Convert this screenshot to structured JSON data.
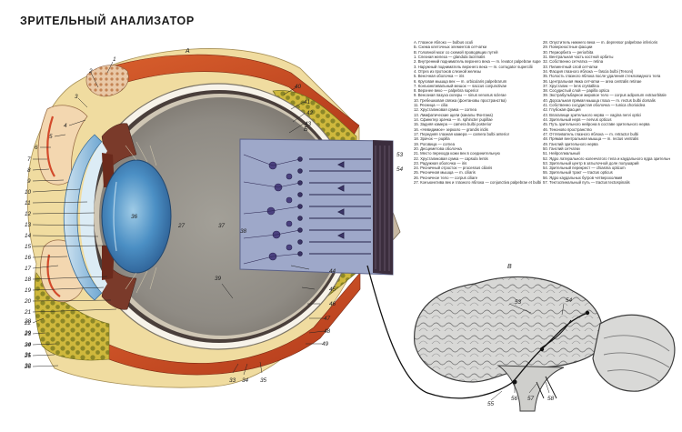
{
  "title": "ЗРИТЕЛЬНЫЙ АНАЛИЗАТОР",
  "section_labels": {
    "a": "А",
    "b": "Б",
    "v": "В"
  },
  "legend_left": [
    "А. Глазное яблоко — bulbus oculi",
    "Б. Схема клеточных элементов сетчатки",
    "В. Головной мозг со схемой проводящих путей",
    "1. Слезная железа — glandula lacrimalis",
    "2. Внутренний подниматель верхнего века — m. levator palpebrae superioris",
    "3. Наружный подниматель верхнего века — m. corrugator supercilii",
    "4. Отрез из протоков слезной железы",
    "5. Веночная оболочка — iris",
    "6. Круговая мышца век — m. orbicularis palpebrarum",
    "7. Конъюнктивальный мешок — saccus conjunctivae",
    "8. Верхнее веко — palpebra superior",
    "9. Венозная пазуха склеры — sinus venosus sclerae",
    "10. Гребешковая связка (фонтановы пространства)",
    "11. Ресница — cilia",
    "12. Хрусталиковая сумка — cornea",
    "13. Лимфатические щели (каналы Фонтана)",
    "14. Сфинктер зрачка — m. sphincter pupillae",
    "15. Задняя камера — camera bulbi posterior",
    "16. «Невидимое» зеркало — grandis iridis",
    "17. Передняя глазная камера — camera bulbi anterior",
    "18. Зрачок — pupilla",
    "19. Роговица — cornea",
    "20. Десцеметова оболочка",
    "21. Место перехода кожи век в соединительную",
    "22. Хрусталиковая сумка — capsula lentis",
    "23. Радужная оболочка — iris",
    "24. Ресничный отросток — processus ciliaris",
    "25. Ресничная мышца — m. ciliaris",
    "26. Ресничное тело — corpus ciliare",
    "27. Конъюнктива век и глазного яблока — conjunctiva palpebrae et bulbi"
  ],
  "legend_right": [
    "28. Опуститель нижнего века — m. depressor palpebrae inferioris",
    "29. Поверхностные фасции",
    "30. Периорбита — periorbita",
    "31. Вентральная часть костной орбиты",
    "32. Собственно сетчатка — retina",
    "33. Пигментный слой сетчатки",
    "34. Фасция глазного яблока — fascia bulbi (Tenoni)",
    "35. Полость глазного яблока после удаления стекловидного тела",
    "36. Центральная ямка сетчатки — area centralis retinae",
    "37. Хрусталик — lens crystallina",
    "38. Сосудистый слой — papilla optica",
    "39. Экстрабульбарное жировое тело — corpus adiposum extraorbitale",
    "40. Дорсальная прямая мышца глаза — m. rectus bulbi dorsalis",
    "41. Собственно сосудистая оболочка — tunica chorioidea",
    "42. Глубокая фасция",
    "43. Влагалище зрительного нерва — vagina nervi optici",
    "44. Зрительный нерв — nervus opticus",
    "45. Путь зрительного нейрона в составе зрительного нерва",
    "46. Теноново пространство",
    "47. Оттягиватель глазного яблока — m. retractor bulbi",
    "48. Прямая вентральная мышца — m. rectus ventralis",
    "49. Ганглий зрительного нерва",
    "50. Ганглий сетчатки",
    "51. Нейроглиальный",
    "52. Ядро латерального коленчатого тела и каудального ядра зрительного бугра",
    "53. Зрительный центр в затылочной доле полушарий",
    "54. Зрительный перекрест — chiasma opticum",
    "55. Зрительный тракт — tractus opticus",
    "56. Ядро каудальных бугров четверохолмия",
    "57. Тектоспинальный путь — tractus tectospinalis"
  ],
  "numbers_left": [
    "1",
    "2",
    "3",
    "4",
    "5",
    "6",
    "7",
    "8",
    "9",
    "10",
    "11",
    "12",
    "13",
    "14",
    "15",
    "16",
    "17",
    "18",
    "19",
    "20",
    "21",
    "22",
    "23",
    "24",
    "25",
    "26",
    "27",
    "28",
    "29",
    "30",
    "31",
    "32"
  ],
  "numbers_bottom": [
    "33",
    "34",
    "35"
  ],
  "numbers_right": [
    "40",
    "41",
    "42",
    "43",
    "44",
    "45",
    "46",
    "47",
    "48",
    "49"
  ],
  "numbers_inner": [
    "36",
    "37",
    "38",
    "39"
  ],
  "numbers_retina": [
    "53",
    "54"
  ],
  "numbers_brain_top": [
    "53",
    "54"
  ],
  "numbers_brain_bottom": [
    "55",
    "56",
    "57",
    "58"
  ]
}
